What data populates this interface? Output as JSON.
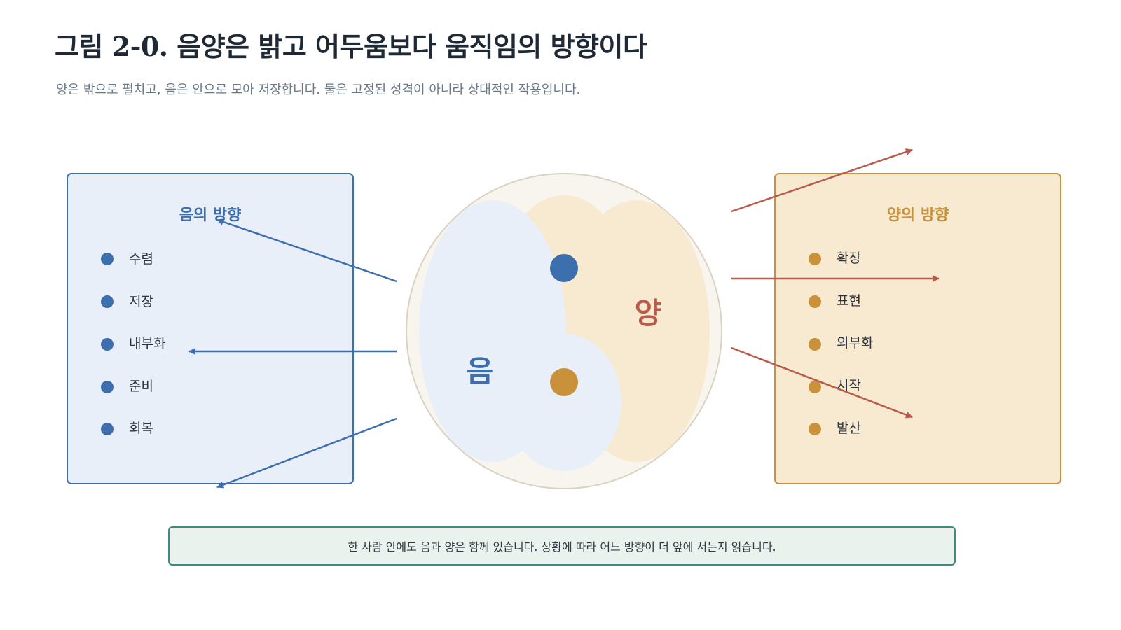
{
  "title": "그림 2-0. 음양은 밝고 어두움보다 움직임의 방향이다",
  "subtitle": "양은 밖으로 펼치고, 음은 안으로 모아 저장합니다. 둘은 고정된 성격이 아니라 상대적인 작용입니다.",
  "yin_panel": {
    "heading": "음의 방향",
    "items": [
      "수렴",
      "저장",
      "내부화",
      "준비",
      "회복"
    ]
  },
  "yang_panel": {
    "heading": "양의 방향",
    "items": [
      "확장",
      "표현",
      "외부화",
      "시작",
      "발산"
    ]
  },
  "symbol": {
    "yin_label": "음",
    "yang_label": "양"
  },
  "summary": "한 사람 안에도 음과 양은 함께 있습니다. 상황에 따라 어느 방향이 더 앞에 서는지 읽습니다.",
  "colors": {
    "yin": "#3d6fae",
    "yin_fill": "#e9eff8",
    "yang": "#c9923a",
    "yang_fill": "#f8ead1",
    "yang_text": "#b95a4a",
    "arrow_out": "#b95a4a",
    "summary_border": "#3f8a7f",
    "summary_fill": "#eaf2ee"
  }
}
